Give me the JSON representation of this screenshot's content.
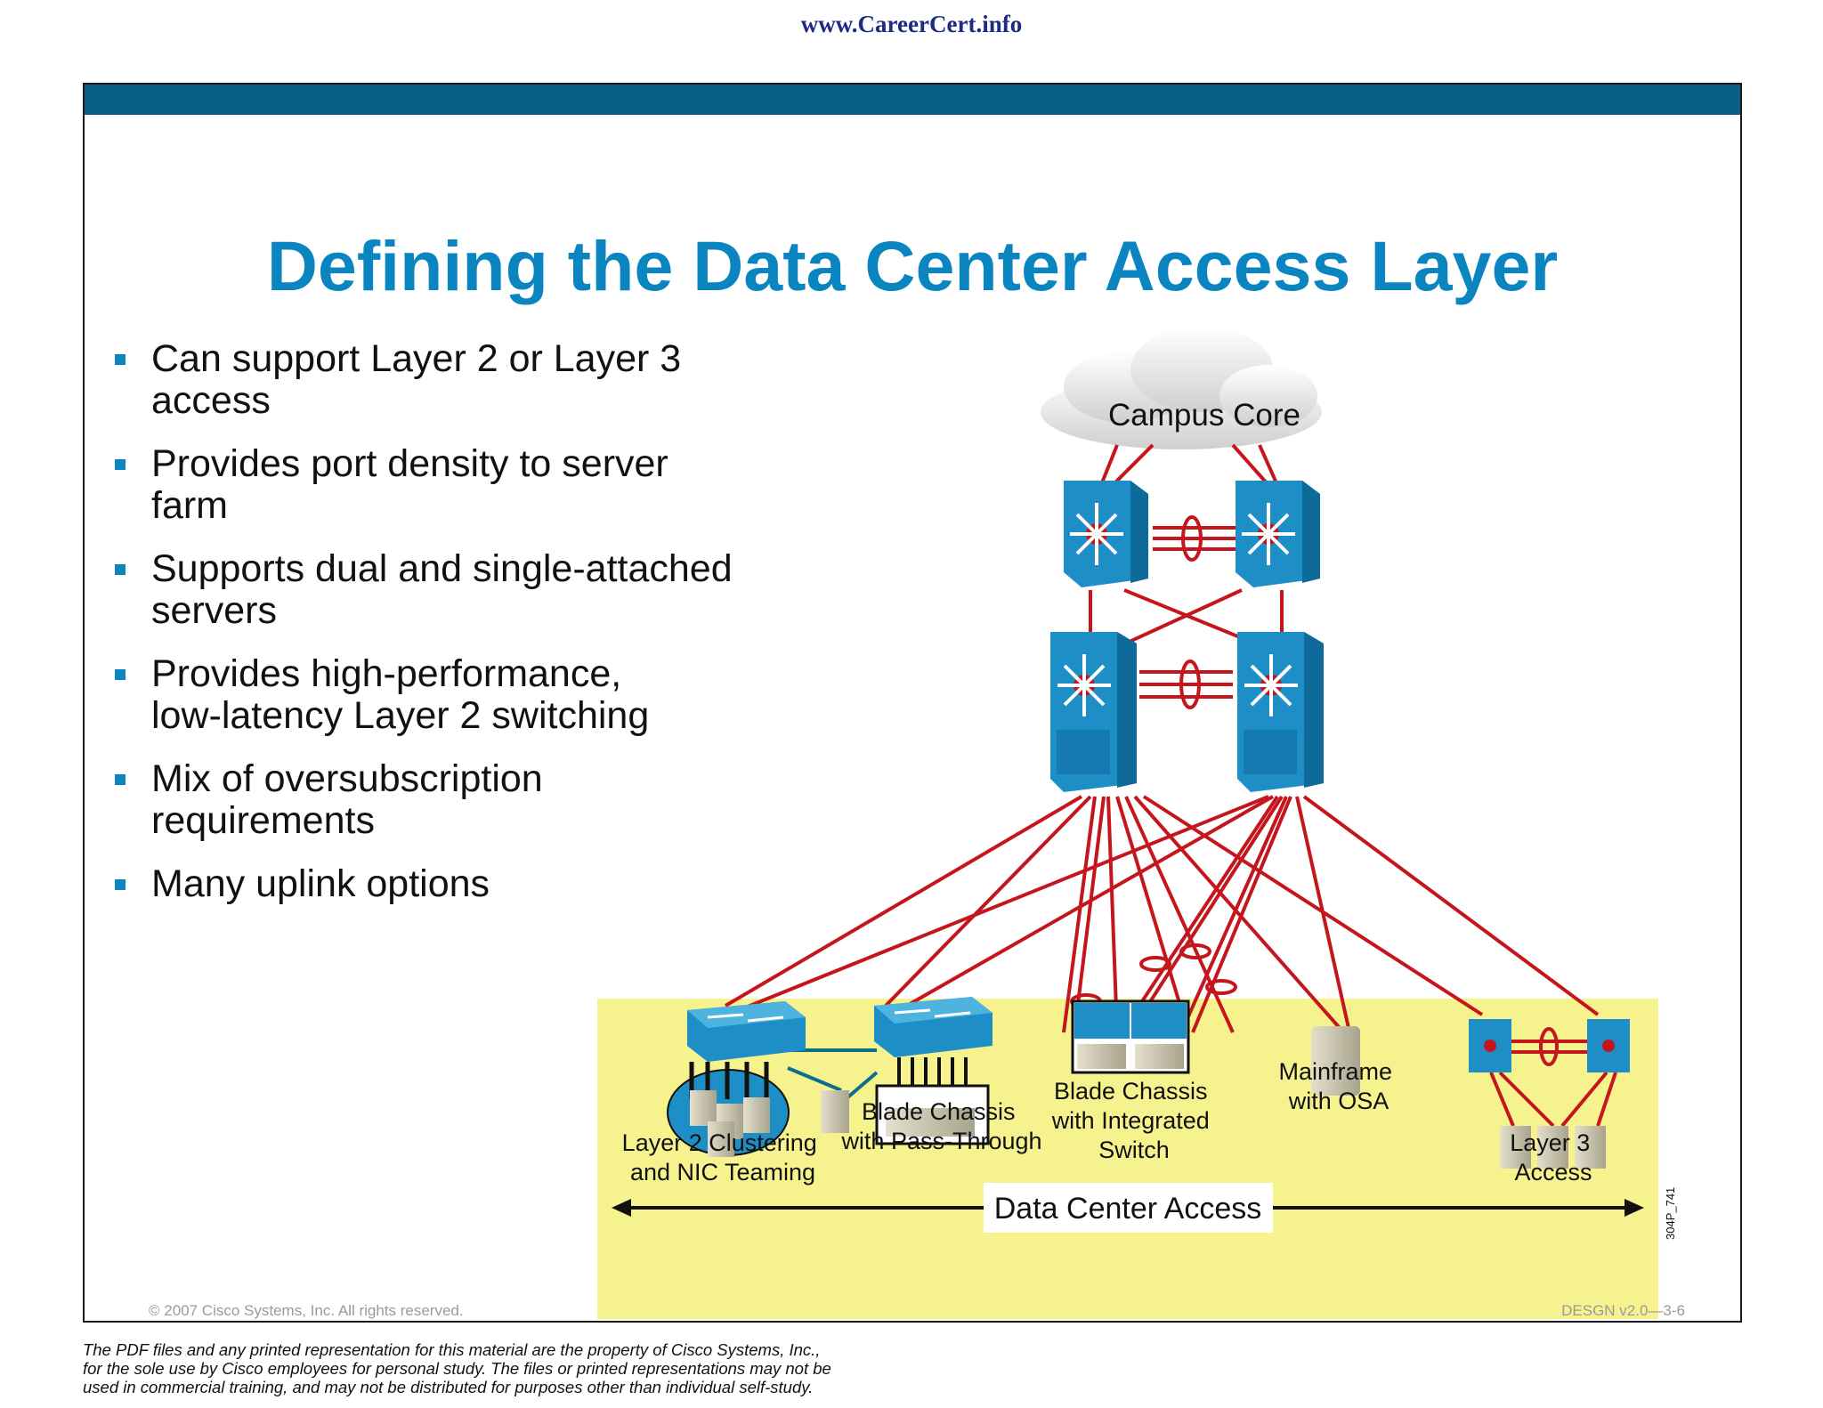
{
  "header_url": "www.CareerCert.info",
  "slide": {
    "title": "Defining the Data Center Access Layer",
    "bullets": [
      [
        "Can support Layer 2 or Layer 3",
        "access"
      ],
      [
        "Provides port density to server",
        "farm"
      ],
      [
        "Supports dual and single-attached",
        "servers"
      ],
      [
        "Provides high-performance,",
        "low-latency Layer 2 switching"
      ],
      [
        "Mix of oversubscription",
        "requirements"
      ],
      [
        "Many uplink options"
      ]
    ],
    "footer_left": "© 2007 Cisco Systems, Inc. All rights reserved.",
    "footer_right": "DESGN v2.0—3-6"
  },
  "diagram": {
    "cloud_label": "Campus Core",
    "access_band_label": "Data Center Access",
    "figure_id": "304P_741",
    "groups": [
      {
        "lines": [
          "Layer 2 Clustering",
          "and NIC Teaming"
        ]
      },
      {
        "lines": [
          "Blade Chassis",
          "with Pass-Through"
        ]
      },
      {
        "lines": [
          "Blade Chassis",
          "with Integrated",
          "Switch"
        ]
      },
      {
        "lines": [
          "Mainframe",
          "with OSA"
        ]
      },
      {
        "lines": [
          "Layer 3",
          "Access"
        ]
      }
    ],
    "colors": {
      "device": "#1e8fc6",
      "link": "#c4161c",
      "band": "#f6f38e",
      "accent": "#0b85c0"
    }
  },
  "disclaimer": [
    "The PDF files and any printed representation for this material are the property of Cisco Systems, Inc.,",
    "for the sole use by Cisco employees for personal study. The files or printed representations may not be",
    "used in commercial training, and may not be distributed for purposes other than individual self-study."
  ]
}
